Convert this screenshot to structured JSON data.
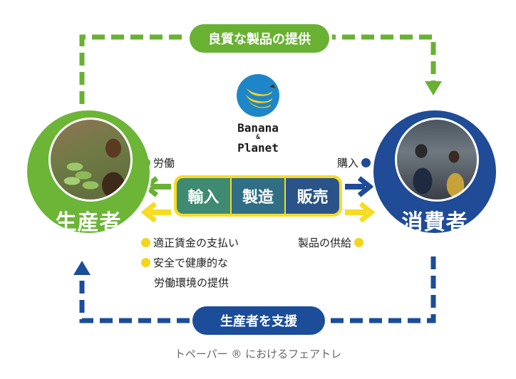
{
  "diagram": {
    "top_label": "良質な製品の提供",
    "bottom_label": "生産者を支援",
    "producer_label": "生産者",
    "consumer_label": "消費者",
    "logo": {
      "line1": "Banana",
      "amp": "&",
      "line2": "Planet"
    },
    "process": [
      "輸入",
      "製造",
      "販売"
    ],
    "notes": {
      "labor": "労働",
      "purchase": "購入",
      "wages": "適正賃金の支払い",
      "safe_line1": "安全で健康的な",
      "safe_line2": "労働環境の提供",
      "supply": "製品の供給"
    },
    "footer": "トペーパー ® におけるフェアトレ"
  },
  "colors": {
    "green": "#6cb537",
    "navy": "#1f4b97",
    "yellow": "#f6dc24",
    "logo_blue": "#1e86c8"
  }
}
